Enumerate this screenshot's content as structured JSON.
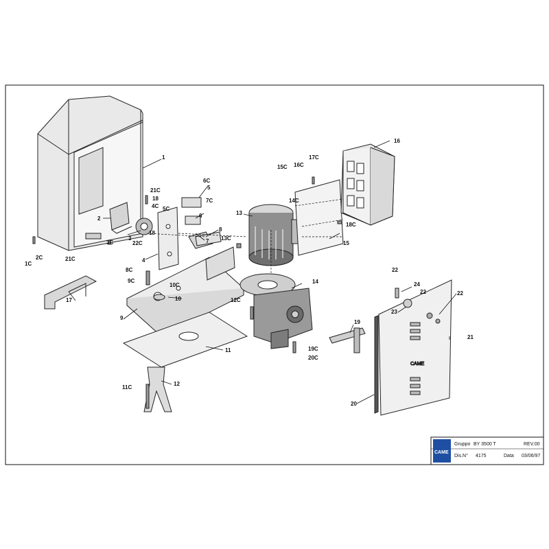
{
  "title_block": {
    "brand": "CAME",
    "gruppo_label": "Gruppo",
    "gruppo_value": "BY 3500 T",
    "rev_label": "REV.00",
    "dis_label": "Dis.N°",
    "dis_value": "4175",
    "data_label": "Data",
    "data_value": "03/06/97"
  },
  "callouts": {
    "c1": "1",
    "c2": "2",
    "c3": "3",
    "c4": "4",
    "c5": "5",
    "c6": "6",
    "c7": "7",
    "c8": "8",
    "c9": "9",
    "c10": "10",
    "c11": "11",
    "c12": "12",
    "c13": "13",
    "c14": "14",
    "c15": "15",
    "c16": "16",
    "c17": "17",
    "c18": "18",
    "c19": "19",
    "c20": "20",
    "c21": "21",
    "c22a": "22",
    "c22b": "22",
    "c22c": "22",
    "c23": "23",
    "c24": "24",
    "c1C": "1C",
    "c2C": "2C",
    "c3C": "3C",
    "c4C": "4C",
    "c5C": "5C",
    "c6C": "6C",
    "c7C": "7C",
    "c8C": "8C",
    "c9C": "9C",
    "c10C": "10C",
    "c11C": "11C",
    "c12C": "12C",
    "c13C": "13C",
    "c14C": "14C",
    "c15C": "15C",
    "c16C": "16C",
    "c17C": "17C",
    "c18C": "18C",
    "c19C": "19C",
    "c20C": "20C",
    "c21Ca": "21C",
    "c21Cb": "21C",
    "c22C": "22C"
  },
  "cover_brand": "CAME"
}
